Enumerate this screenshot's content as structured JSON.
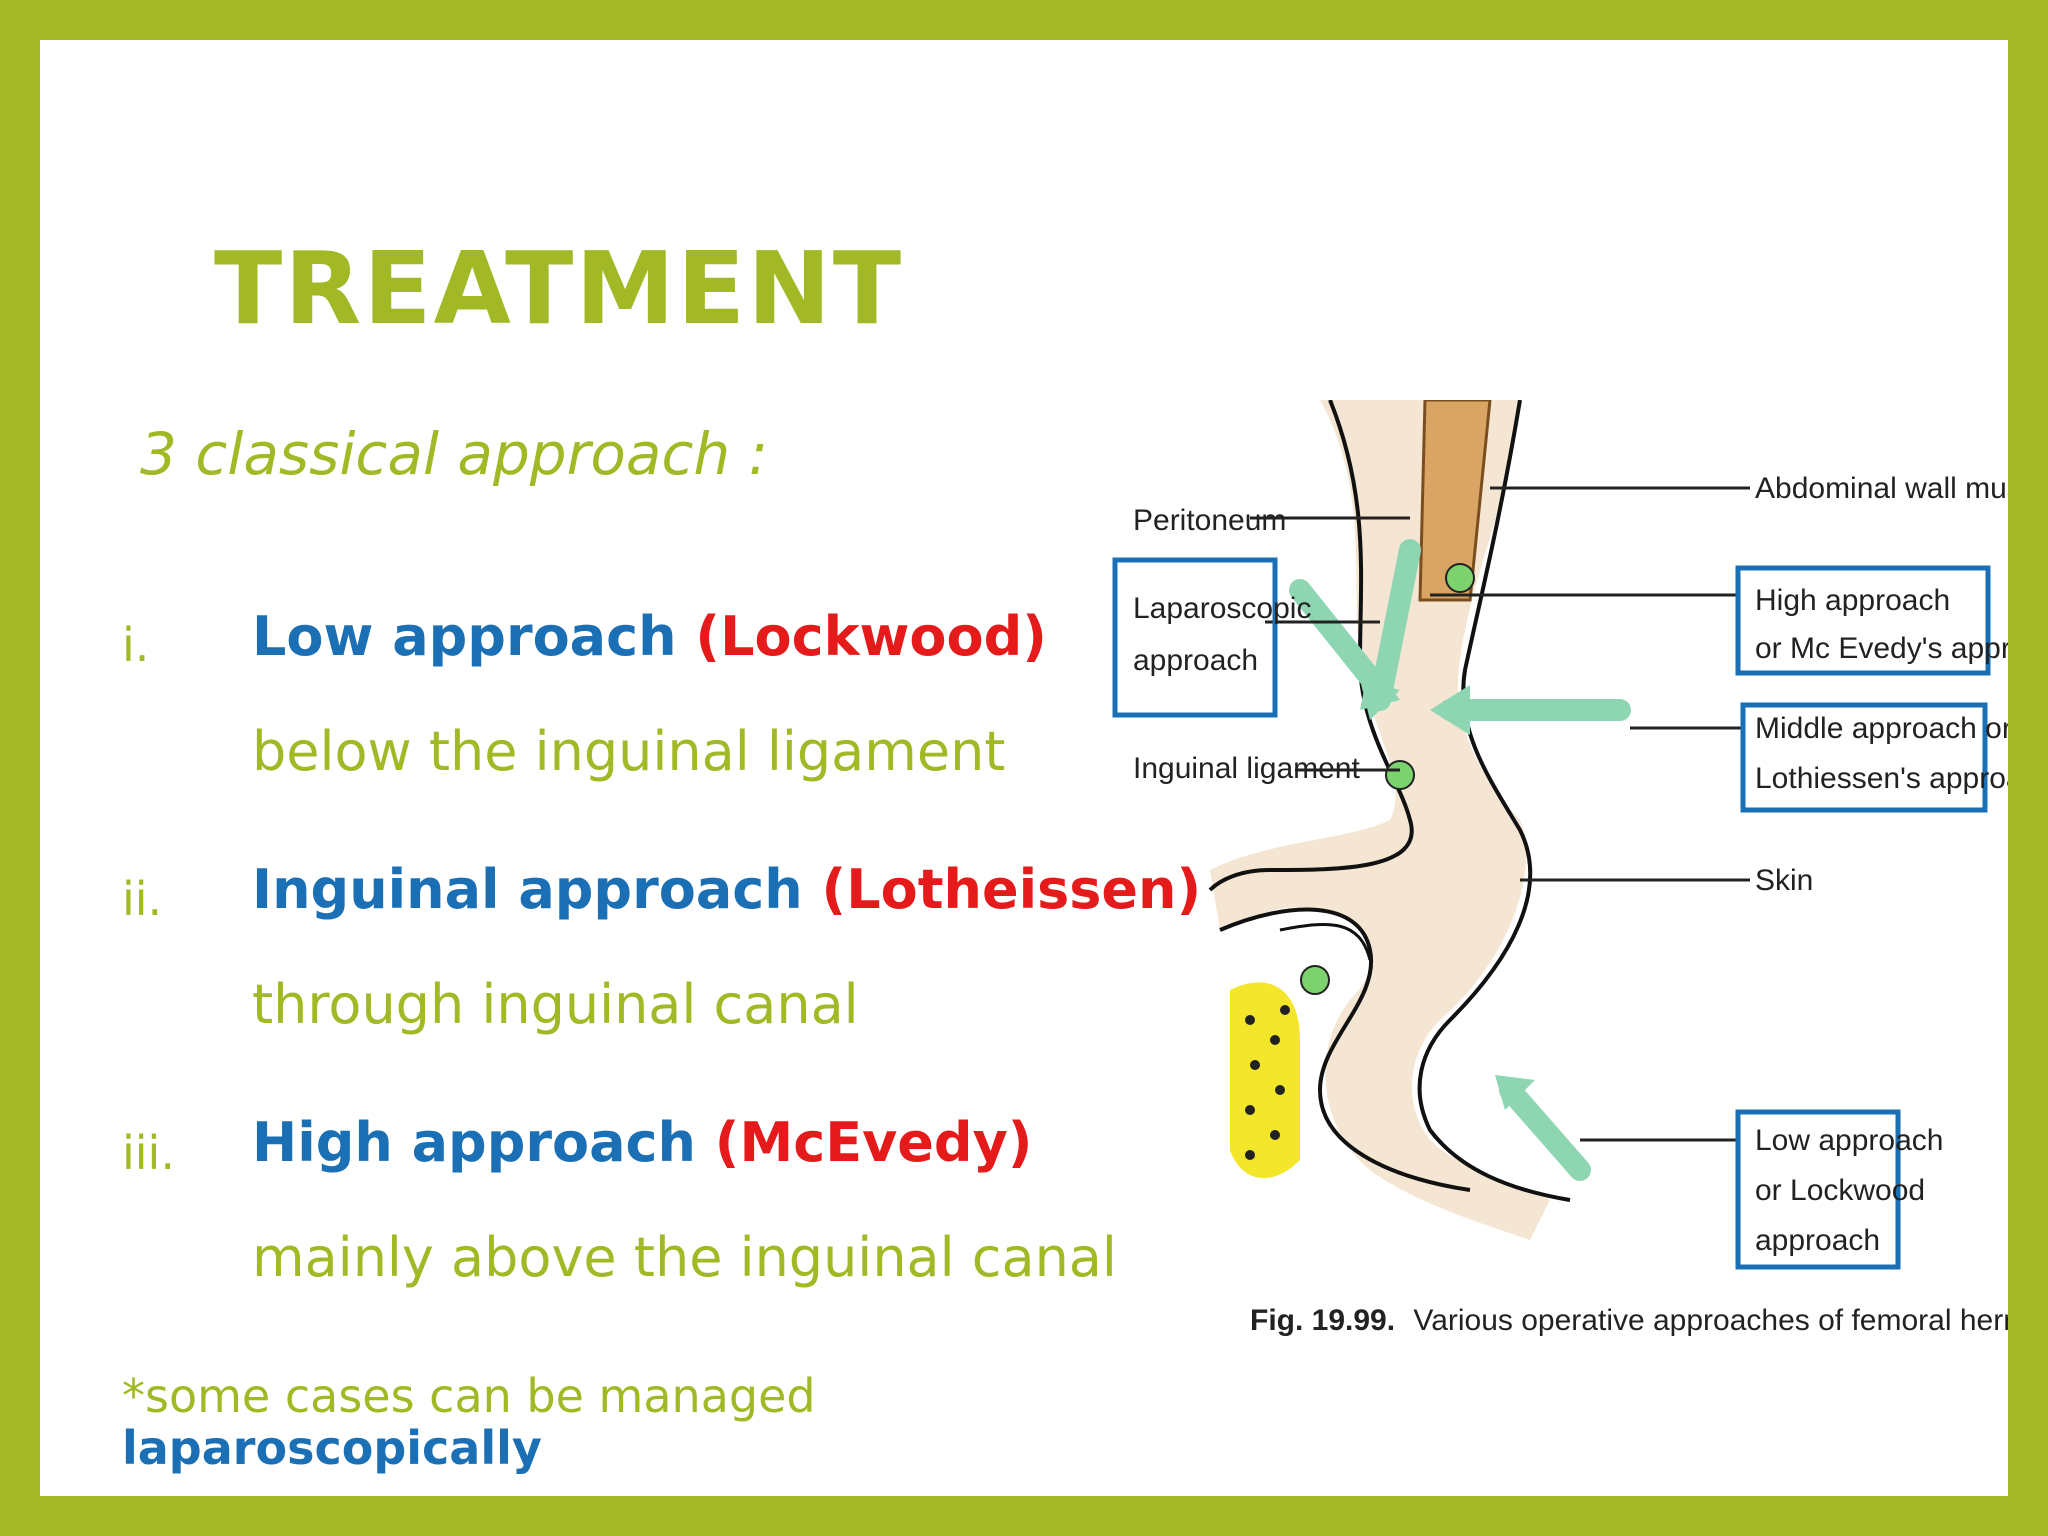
{
  "slide": {
    "title": "TREATMENT",
    "subtitle": "3 classical approach :",
    "items": [
      {
        "num": "i.",
        "name": "Low approach",
        "author": "(Lockwood)",
        "desc": "below the inguinal ligament"
      },
      {
        "num": "ii.",
        "name": "Inguinal approach",
        "author": "(Lotheissen)",
        "desc": "through inguinal canal"
      },
      {
        "num": "iii.",
        "name": "High approach",
        "author": "(McEvedy)",
        "desc": "mainly above the inguinal canal"
      }
    ],
    "note_prefix": "*some cases can be managed",
    "note_bold": "laparoscopically"
  },
  "figure": {
    "labels": {
      "peritoneum": "Peritoneum",
      "laparoscopic_1": "Laparoscopic",
      "laparoscopic_2": "approach",
      "inguinal_ligament": "Inguinal ligament",
      "abdominal_wall": "Abdominal wall muscles",
      "high_1": "High approach",
      "high_2": "or Mc Evedy's approach",
      "middle_1": "Middle approach or",
      "middle_2": "Lothiessen's approach",
      "skin": "Skin",
      "low_1": "Low approach",
      "low_2": "or Lockwood",
      "low_3": "approach"
    },
    "caption_bold": "Fig. 19.99.",
    "caption_text": "Various operative approaches of femoral hernia."
  },
  "colors": {
    "accent": "#a3b825",
    "blue": "#1a6fb5",
    "red": "#e51a1a",
    "box_blue": "#1a6fb5",
    "arrow_green": "#8ed6b2"
  }
}
